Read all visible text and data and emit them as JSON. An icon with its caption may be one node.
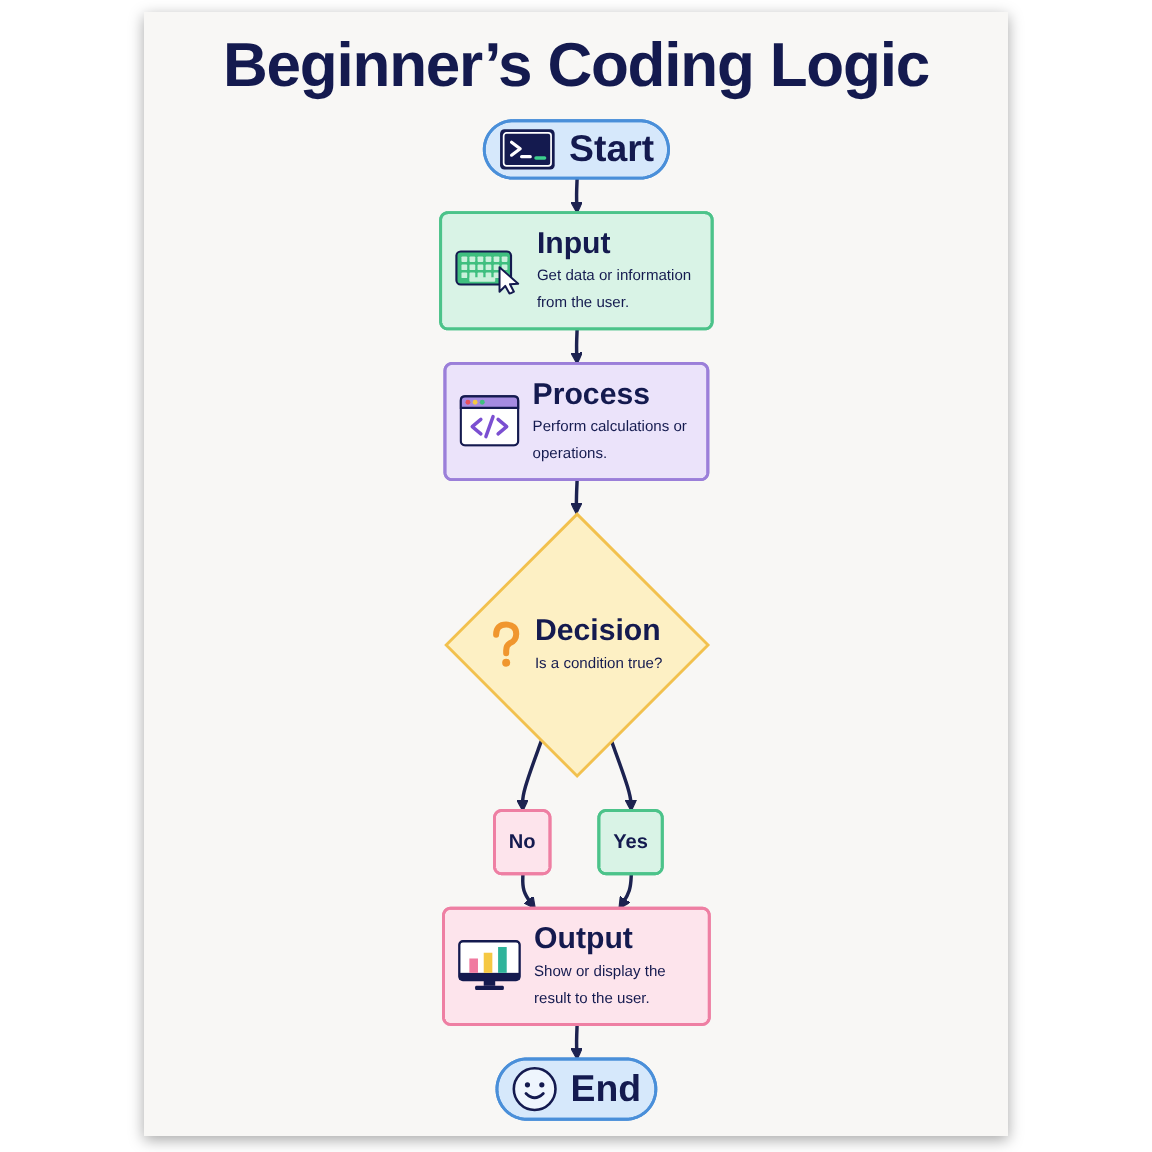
{
  "diagram": {
    "title": "Beginner’s Coding Logic",
    "nodes": [
      {
        "text": [
          "Start"
        ]
      },
      {
        "text": [
          "Input",
          "Get data or information from the user."
        ]
      },
      {
        "text": [
          "Process",
          "Perform calculations or operations."
        ]
      },
      {
        "text": [
          "Decision",
          "Is a condition true?"
        ]
      },
      {
        "text": [
          "No"
        ]
      },
      {
        "text": [
          "Yes"
        ]
      },
      {
        "text": [
          "Output",
          "Show or display the result to the user."
        ]
      },
      {
        "text": [
          "End"
        ]
      }
    ],
    "edges": [
      {
        "from": 0,
        "to": 1,
        "arrow": "to"
      },
      {
        "from": 1,
        "to": 2,
        "arrow": "to"
      },
      {
        "from": 2,
        "to": 3,
        "arrow": "to"
      },
      {
        "from": 3,
        "to": 4,
        "arrow": "to"
      },
      {
        "from": 3,
        "to": 5,
        "arrow": "to"
      },
      {
        "from": 4,
        "to": 6,
        "arrow": "to"
      },
      {
        "from": 5,
        "to": 6,
        "arrow": "to"
      },
      {
        "from": 6,
        "to": 7,
        "arrow": "to"
      }
    ]
  }
}
